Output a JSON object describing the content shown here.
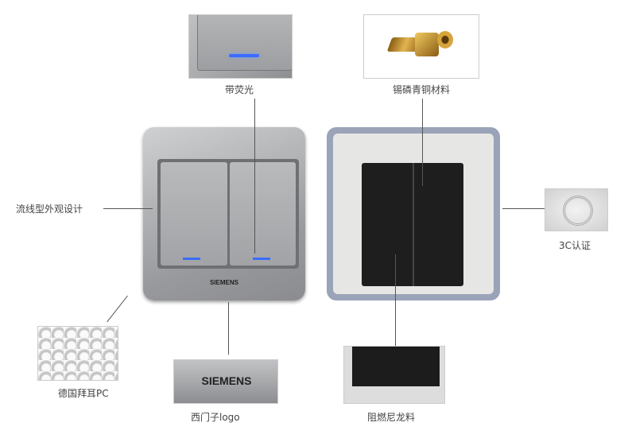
{
  "labels": {
    "fluorescent": "带荧光",
    "material": "锡磷青铜材料",
    "design": "流线型外观设计",
    "cert": "3C认证",
    "pc": "德国拜耳PC",
    "logo": "西门子logo",
    "nylon": "阻燃尼龙料"
  },
  "brand": "SIEMENS",
  "colors": {
    "led": "#3a6cff",
    "silver": "#a8a9ab",
    "brass": "#c9962a"
  }
}
